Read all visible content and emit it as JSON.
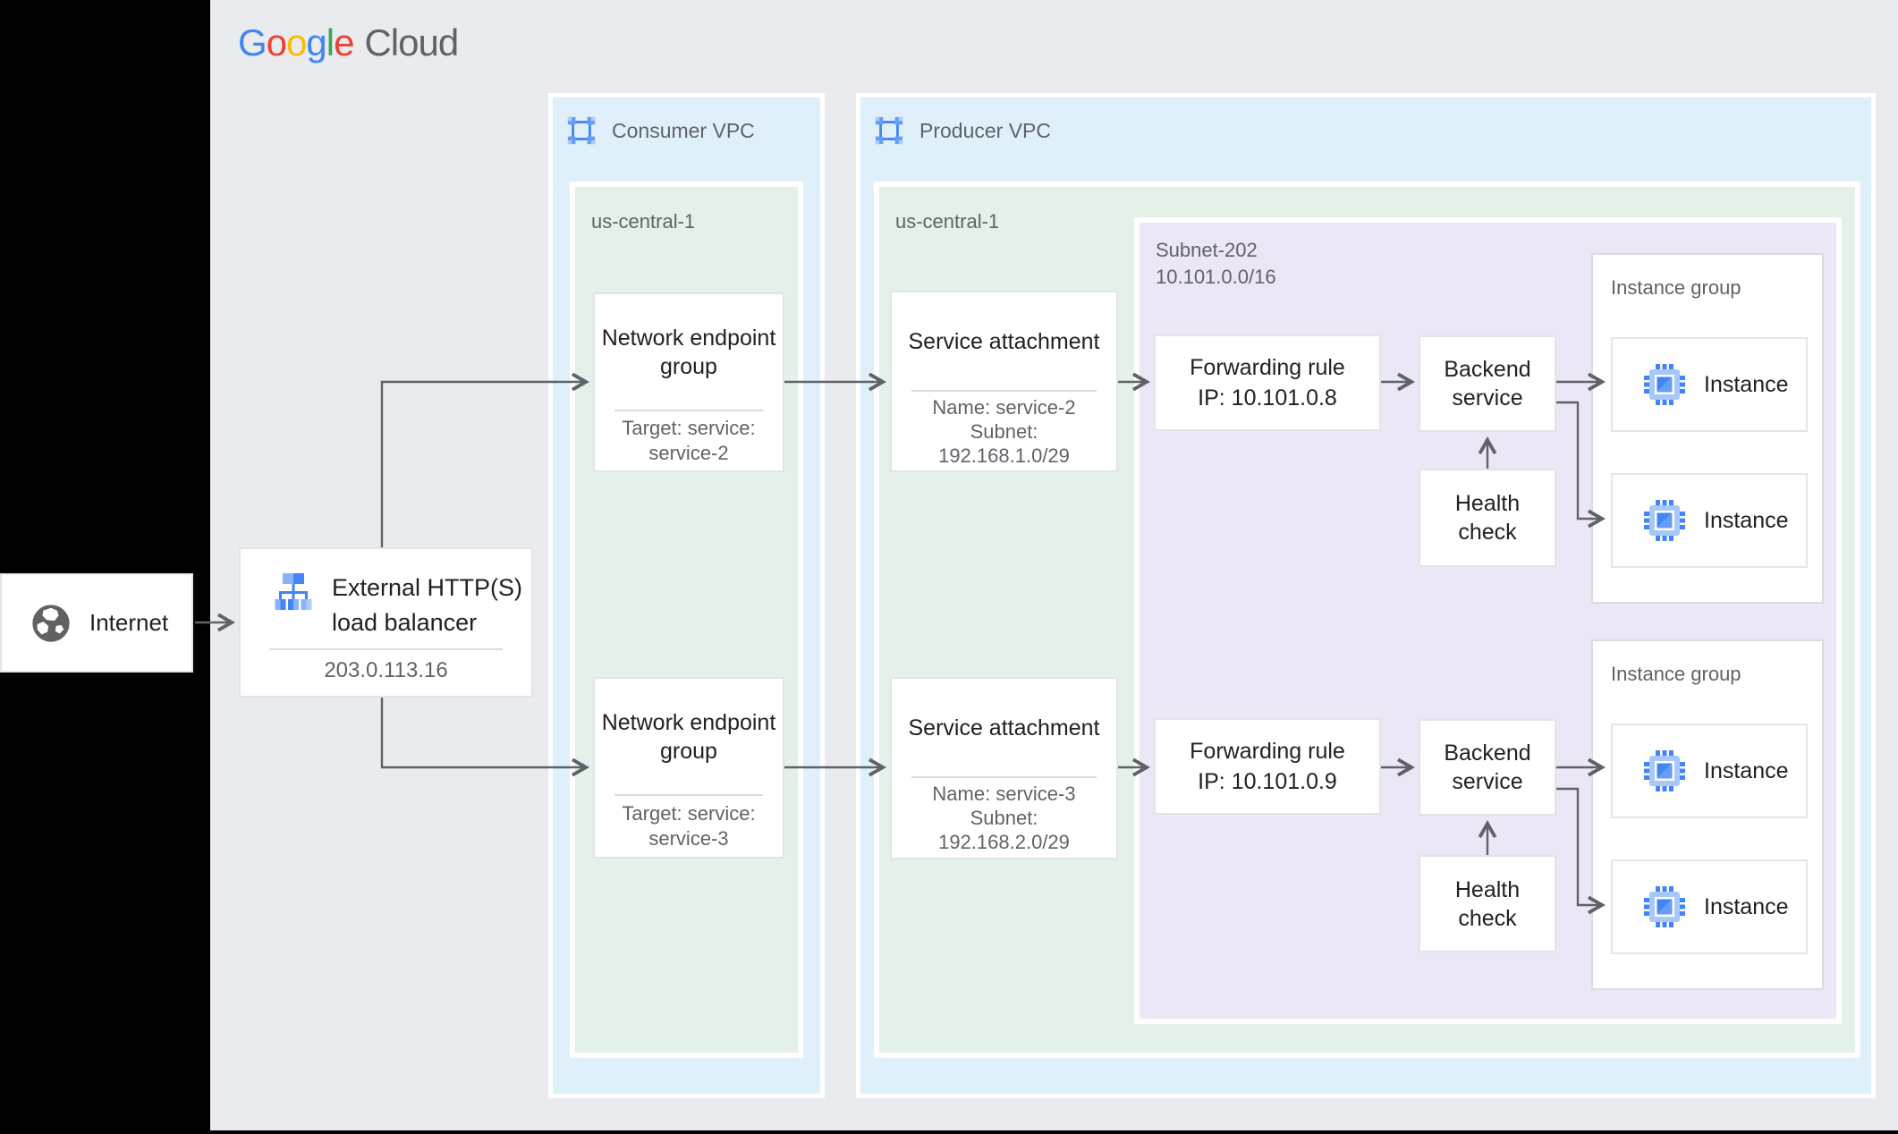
{
  "theme": {
    "canvas": "#E9EBEE",
    "vpc-blue": "#DFF0FB",
    "region-green": "#E3F1E9",
    "subnet-purple": "#ECE6F6",
    "card-border": "#E2E4E7",
    "divider": "#DADCE0",
    "text-dark": "#202124",
    "text-gray": "#5F6368",
    "arrow": "#5F6368"
  },
  "logo": {
    "l0": "G",
    "l1": "o",
    "l2": "o",
    "l3": "g",
    "l4": "l",
    "l5": "e",
    "cloud": "Cloud"
  },
  "internet": {
    "label": "Internet"
  },
  "load_balancer": {
    "title1": "External HTTP(S)",
    "title2": "load balancer",
    "ip": "203.0.113.16"
  },
  "consumer_vpc": {
    "label": "Consumer VPC",
    "region": "us-central-1"
  },
  "producer_vpc": {
    "label": "Producer VPC",
    "region": "us-central-1"
  },
  "subnet": {
    "name": "Subnet-202",
    "cidr": "10.101.0.0/16"
  },
  "neg1": {
    "title": "Network endpoint group",
    "sub1": "Target: service:",
    "sub2": "service-2"
  },
  "neg2": {
    "title": "Network endpoint group",
    "sub1": "Target: service:",
    "sub2": "service-3"
  },
  "sa1": {
    "title": "Service attachment",
    "sub1": "Name: service-2",
    "sub2": "Subnet:",
    "sub3": "192.168.1.0/29"
  },
  "sa2": {
    "title": "Service attachment",
    "sub1": "Name: service-3",
    "sub2": "Subnet:",
    "sub3": "192.168.2.0/29"
  },
  "fr1": {
    "line1": "Forwarding rule",
    "line2": "IP: 10.101.0.8"
  },
  "fr2": {
    "line1": "Forwarding rule",
    "line2": "IP: 10.101.0.9"
  },
  "bs1": {
    "label": "Backend service"
  },
  "bs2": {
    "label": "Backend service"
  },
  "hc1": {
    "label": "Health check"
  },
  "hc2": {
    "label": "Health check"
  },
  "ig1": {
    "label": "Instance group",
    "instance1": "Instance",
    "instance2": "Instance"
  },
  "ig2": {
    "label": "Instance group",
    "instance1": "Instance",
    "instance2": "Instance"
  }
}
